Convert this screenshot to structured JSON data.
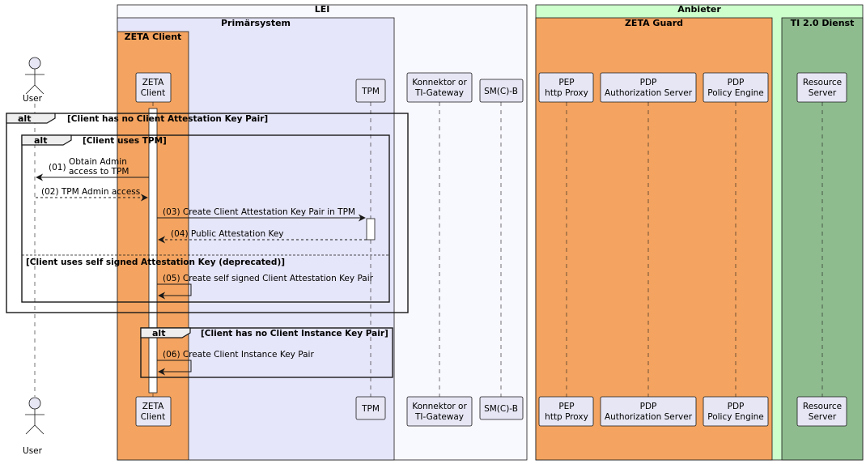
{
  "boxes": {
    "lei": "LEI",
    "primaersystem": "Primärsystem",
    "zeta_client": "ZETA Client",
    "anbieter": "Anbieter",
    "zeta_guard": "ZETA Guard",
    "ti_dienst": "TI 2.0 Dienst"
  },
  "participants": {
    "user": "User",
    "zeta_client": [
      "ZETA",
      "Client"
    ],
    "tpm": "TPM",
    "konnektor": [
      "Konnektor or",
      "TI-Gateway"
    ],
    "smcb": "SM(C)-B",
    "pep": [
      "PEP",
      "http Proxy"
    ],
    "pdp_as": [
      "PDP",
      "Authorization Server"
    ],
    "pdp_pe": [
      "PDP",
      "Policy Engine"
    ],
    "resource": [
      "Resource",
      "Server"
    ]
  },
  "fragments": {
    "outer_keyword": "alt",
    "outer_condition": "[Client has no Client Attestation Key Pair]",
    "inner_keyword": "alt",
    "inner_condition": "[Client uses TPM]",
    "inner_else": "[Client uses self signed Attestation Key (deprecated)]",
    "instance_keyword": "alt",
    "instance_condition": "[Client has no Client Instance Key Pair]"
  },
  "messages": {
    "m01": [
      "(01)",
      "Obtain Admin",
      "access to TPM"
    ],
    "m02": "(02) TPM Admin access",
    "m03": "(03) Create Client Attestation Key Pair in TPM",
    "m04": "(04) Public Attestation Key",
    "m05": "(05) Create self signed Client Attestation Key Pair",
    "m06": "(06) Create Client Instance Key Pair"
  },
  "colors": {
    "lei_bg": "#f8f8ff",
    "primaersystem_bg": "#e6e6fa",
    "zeta_client_bg": "#f4a460",
    "anbieter_bg": "#ccffcc",
    "zeta_guard_bg": "#f4a460",
    "ti_dienst_bg": "#8fbc8f",
    "participant_bg": "#e6e6f5",
    "line": "#181818"
  }
}
